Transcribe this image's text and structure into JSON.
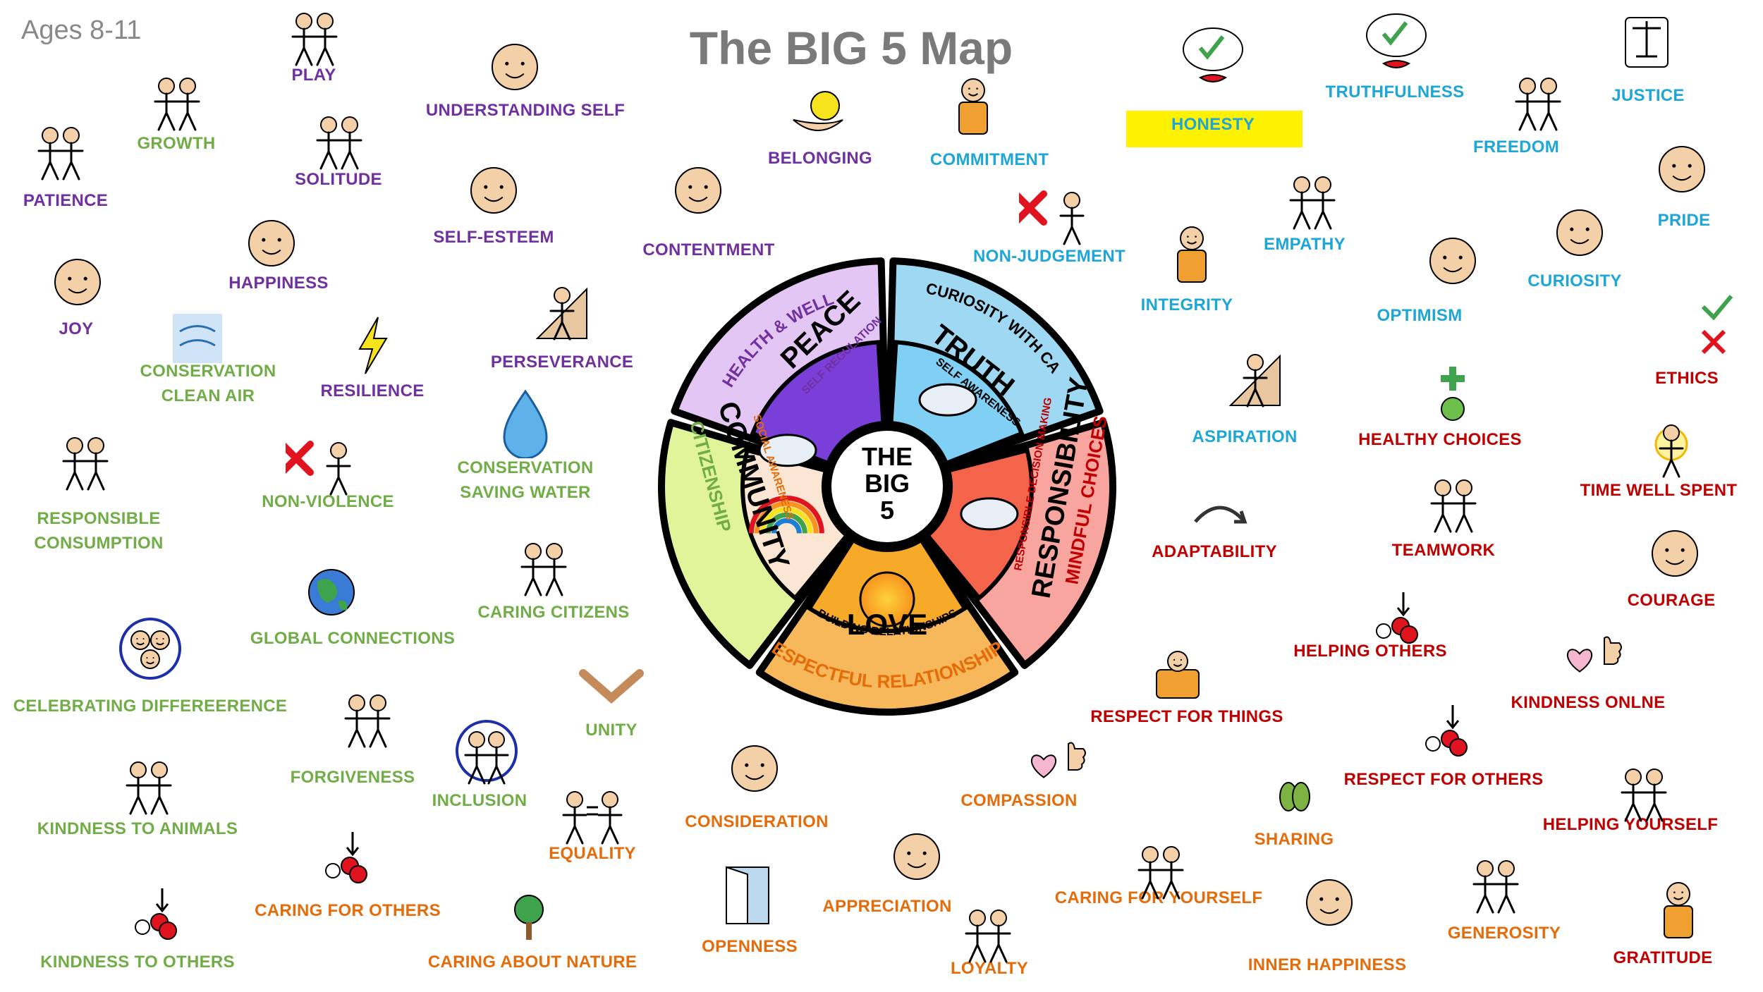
{
  "page": {
    "ages": "Ages 8-11",
    "title": "The BIG 5 Map"
  },
  "colors": {
    "purple": "#7030a0",
    "green": "#70ad47",
    "blue": "#1ea6d6",
    "orange": "#e46c0a",
    "red": "#c00000",
    "peace": "#e4c6f5",
    "truth": "#9fd8f2",
    "responsibility": "#f8a5a0",
    "love": "#f6b85a",
    "community": "#e2f49a"
  },
  "wheel": {
    "center": "THE\nBIG\n5",
    "peace": {
      "main": "PEACE",
      "outer": "HEALTH & WELLBEING",
      "inner": "SELF REGULATION"
    },
    "truth": {
      "main": "TRUTH",
      "outer": "CURIOSITY WITH CARE",
      "inner": "SELF AWARENESS"
    },
    "responsibility": {
      "main": "RESPONSIBILITY",
      "outer": "MINDFUL CHOICES",
      "inner": "RESPONSIBLE DECISION MAKING"
    },
    "love": {
      "main": "LOVE",
      "outer": "RESPECTFUL RELATIONSHIPS",
      "inner": "BUILDING RELATIONSHIPS"
    },
    "community": {
      "main": "COMMUNITY",
      "outer": "CITIZENSHIP",
      "inner": "SOCIAL AWARENESS"
    }
  },
  "labels": [
    {
      "text": "PLAY",
      "color": "purple"
    },
    {
      "text": "GROWTH",
      "color": "green"
    },
    {
      "text": "SOLITUDE",
      "color": "purple"
    },
    {
      "text": "PATIENCE",
      "color": "purple"
    },
    {
      "text": "UNDERSTANDING SELF",
      "color": "purple"
    },
    {
      "text": "SELF-ESTEEM",
      "color": "purple"
    },
    {
      "text": "BELONGING",
      "color": "purple"
    },
    {
      "text": "CONTENTMENT",
      "color": "purple"
    },
    {
      "text": "HAPPINESS",
      "color": "purple"
    },
    {
      "text": "JOY",
      "color": "purple"
    },
    {
      "text": "CONSERVATION\nCLEAN AIR",
      "color": "green"
    },
    {
      "text": "RESILIENCE",
      "color": "purple"
    },
    {
      "text": "PERSEVERANCE",
      "color": "purple"
    },
    {
      "text": "CONSERVATION\nSAVING WATER",
      "color": "green"
    },
    {
      "text": "NON-VIOLENCE",
      "color": "green"
    },
    {
      "text": "RESPONSIBLE\nCONSUMPTION",
      "color": "green"
    },
    {
      "text": "GLOBAL CONNECTIONS",
      "color": "green"
    },
    {
      "text": "CARING CITIZENS",
      "color": "green"
    },
    {
      "text": "CELEBRATING DIFFEREERENCE",
      "color": "green"
    },
    {
      "text": "UNITY",
      "color": "green"
    },
    {
      "text": "FORGIVENESS",
      "color": "green"
    },
    {
      "text": "INCLUSION",
      "color": "green"
    },
    {
      "text": "KINDNESS TO ANIMALS",
      "color": "green"
    },
    {
      "text": "EQUALITY",
      "color": "orange"
    },
    {
      "text": "CARING FOR OTHERS",
      "color": "orange"
    },
    {
      "text": "KINDNESS TO OTHERS",
      "color": "green"
    },
    {
      "text": "CARING ABOUT NATURE",
      "color": "orange"
    },
    {
      "text": "CONSIDERATION",
      "color": "orange"
    },
    {
      "text": "OPENNESS",
      "color": "orange"
    },
    {
      "text": "APPRECIATION",
      "color": "orange"
    },
    {
      "text": "LOYALTY",
      "color": "orange"
    },
    {
      "text": "COMPASSION",
      "color": "orange"
    },
    {
      "text": "CARING FOR YOURSELF",
      "color": "orange"
    },
    {
      "text": "SHARING",
      "color": "orange"
    },
    {
      "text": "INNER HAPPINESS",
      "color": "orange"
    },
    {
      "text": "GENEROSITY",
      "color": "orange"
    },
    {
      "text": "COMMITMENT",
      "color": "blue"
    },
    {
      "text": "NON-JUDGEMENT",
      "color": "blue"
    },
    {
      "text": "HONESTY",
      "color": "blue"
    },
    {
      "text": "TRUTHFULNESS",
      "color": "blue"
    },
    {
      "text": "JUSTICE",
      "color": "blue"
    },
    {
      "text": "FREEDOM",
      "color": "blue"
    },
    {
      "text": "PRIDE",
      "color": "blue"
    },
    {
      "text": "EMPATHY",
      "color": "blue"
    },
    {
      "text": "INTEGRITY",
      "color": "blue"
    },
    {
      "text": "OPTIMISM",
      "color": "blue"
    },
    {
      "text": "CURIOSITY",
      "color": "blue"
    },
    {
      "text": "ASPIRATION",
      "color": "blue"
    },
    {
      "text": "ETHICS",
      "color": "red"
    },
    {
      "text": "HEALTHY CHOICES",
      "color": "red"
    },
    {
      "text": "TIME WELL SPENT",
      "color": "red"
    },
    {
      "text": "ADAPTABILITY",
      "color": "red"
    },
    {
      "text": "TEAMWORK",
      "color": "red"
    },
    {
      "text": "COURAGE",
      "color": "red"
    },
    {
      "text": "HELPING OTHERS",
      "color": "red"
    },
    {
      "text": "RESPECT FOR THINGS",
      "color": "red"
    },
    {
      "text": "KINDNESS ONLNE",
      "color": "red"
    },
    {
      "text": "RESPECT FOR OTHERS",
      "color": "red"
    },
    {
      "text": "HELPING YOURSELF",
      "color": "red"
    },
    {
      "text": "GRATITUDE",
      "color": "red"
    }
  ],
  "icons": [
    "play-icon",
    "growth-icon",
    "solitude-icon",
    "patience-icon",
    "understanding-self-icon",
    "self-esteem-icon",
    "belonging-icon",
    "contentment-icon",
    "happiness-icon",
    "joy-icon",
    "clean-air-icon",
    "resilience-icon",
    "perseverance-icon",
    "water-drop-icon",
    "non-violence-icon",
    "consumption-icon",
    "globe-icon",
    "caring-citizens-icon",
    "diversity-icon",
    "unity-icon",
    "forgiveness-icon",
    "inclusion-icon",
    "animals-icon",
    "equality-icon",
    "caring-others-icon",
    "kindness-others-icon",
    "nature-icon",
    "consideration-icon",
    "openness-icon",
    "appreciation-icon",
    "loyalty-icon",
    "compassion-icon",
    "caring-yourself-icon",
    "sharing-icon",
    "inner-happiness-icon",
    "generosity-icon",
    "commitment-icon",
    "non-judgement-icon",
    "honesty-icon",
    "truthfulness-icon",
    "justice-icon",
    "freedom-icon",
    "pride-icon",
    "empathy-icon",
    "integrity-icon",
    "optimism-icon",
    "curiosity-icon",
    "aspiration-icon",
    "ethics-icon",
    "healthy-choices-icon",
    "time-well-spent-icon",
    "adaptability-icon",
    "teamwork-icon",
    "courage-icon",
    "helping-others-icon",
    "respect-things-icon",
    "kindness-online-icon",
    "respect-others-icon",
    "helping-yourself-icon",
    "gratitude-icon"
  ]
}
